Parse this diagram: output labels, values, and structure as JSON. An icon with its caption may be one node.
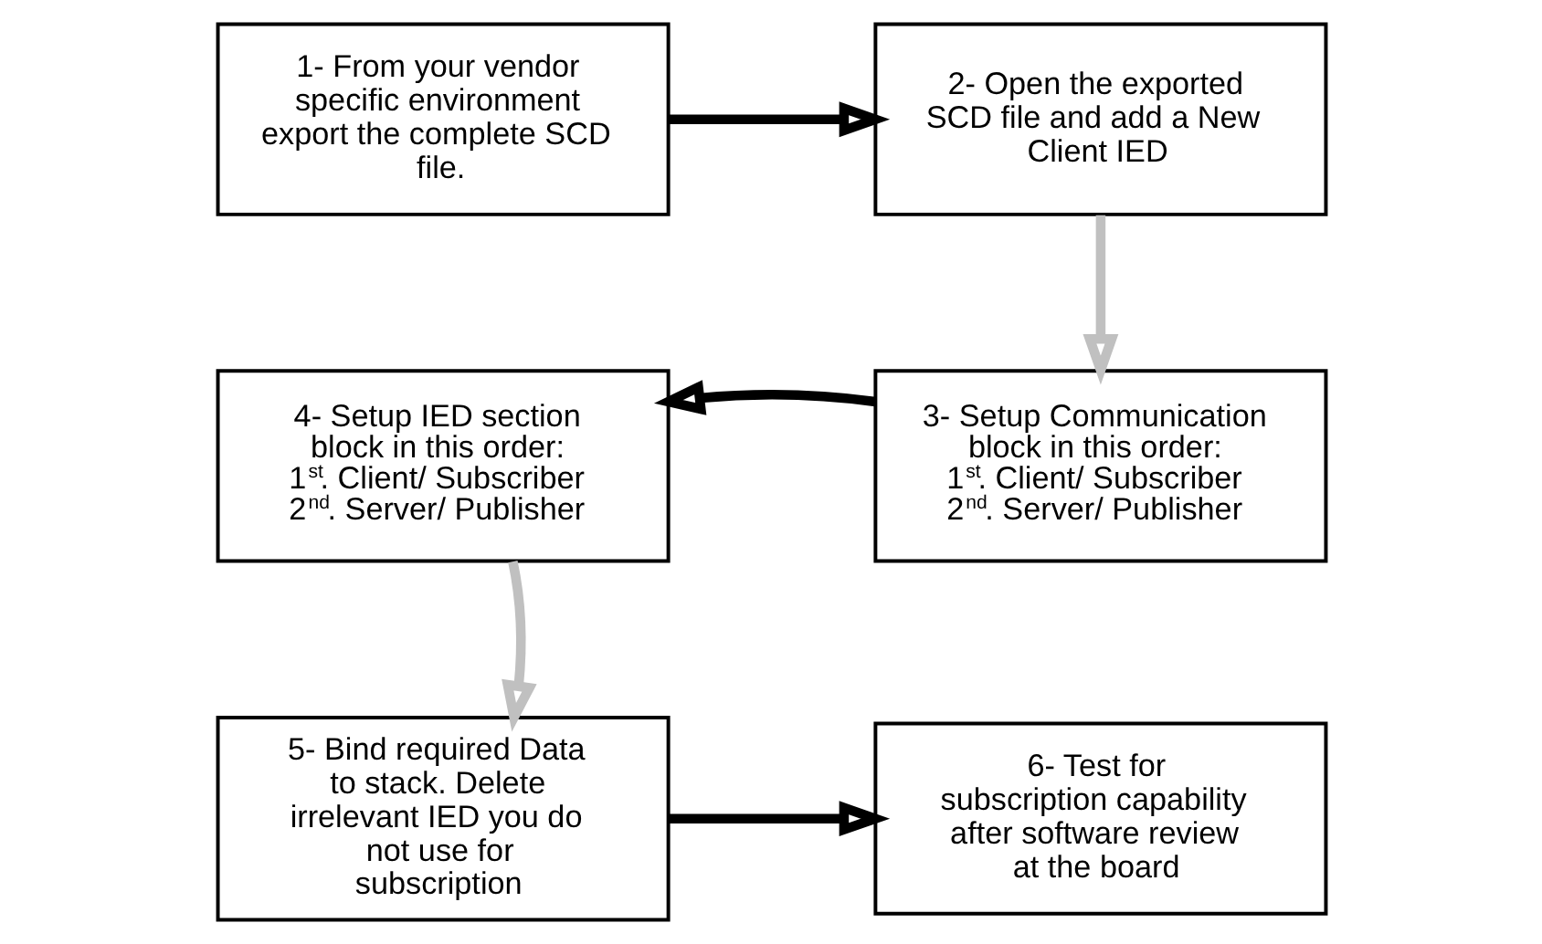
{
  "diagram": {
    "nodes": [
      {
        "text": [
          "1- From your vendor specific environment export the complete SCD file."
        ]
      },
      {
        "text": [
          "2- Open the exported SCD file and add a New Client IED"
        ]
      },
      {
        "text": [
          "3- Setup Communication block in this order: 1$^{st}$. Client/ Subscriber 2$^{nd}$. Server/ Publisher"
        ]
      },
      {
        "text": [
          "4- Setup IED section block in this order: 1$^{st}$. Client/ Subscriber 2$^{nd}$. Server/ Publisher"
        ]
      },
      {
        "text": [
          "5- Bind required Data to stack. Delete irrelevant IED you do not use for subscription"
        ]
      },
      {
        "text": [
          "6- Test for subscription capability after software review at the board"
        ]
      }
    ],
    "edges": [
      {
        "from": 0,
        "to": 1,
        "arrow": "to"
      },
      {
        "from": 1,
        "to": 2,
        "arrow": "to",
        "color": "#c0c0c0"
      },
      {
        "from": 2,
        "to": 3,
        "arrow": "to"
      },
      {
        "from": 3,
        "to": 4,
        "arrow": "to",
        "color": "#c0c0c0"
      },
      {
        "from": 4,
        "to": 5,
        "arrow": "to"
      }
    ]
  }
}
